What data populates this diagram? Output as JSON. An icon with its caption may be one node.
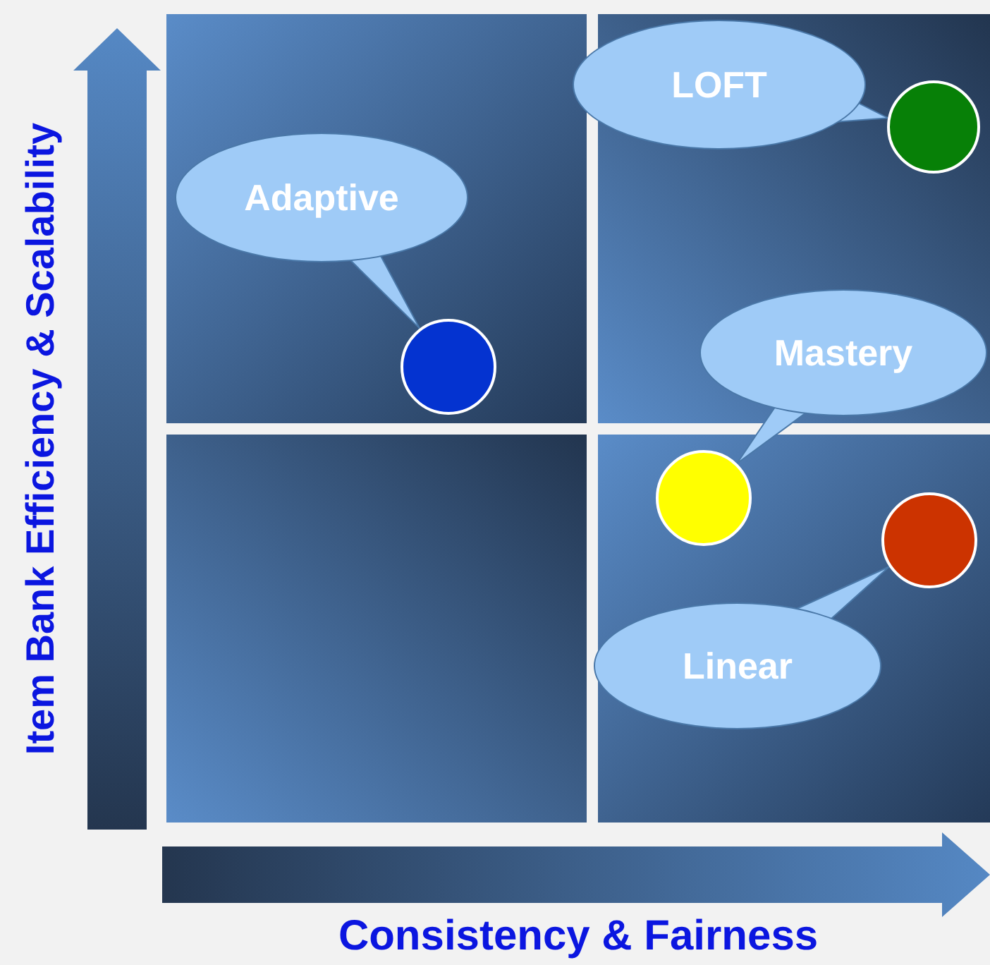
{
  "diagram": {
    "nodes": [
      {
        "text": [
          "Adaptive"
        ]
      },
      {
        "text": [],
        "shape": "circle"
      },
      {
        "text": [
          "LOFT"
        ]
      },
      {
        "text": [],
        "shape": "circle"
      },
      {
        "text": [
          "Mastery"
        ]
      },
      {
        "text": [],
        "shape": "circle"
      },
      {
        "text": [
          "Linear"
        ]
      },
      {
        "text": [],
        "shape": "circle"
      }
    ],
    "edges": [
      {
        "from": 0,
        "to": 1,
        "arrow": "none"
      },
      {
        "from": 2,
        "to": 3,
        "arrow": "none"
      },
      {
        "from": 4,
        "to": 5,
        "arrow": "none"
      },
      {
        "from": 6,
        "to": 7,
        "arrow": "none"
      }
    ],
    "labels": [
      "Item Bank Efficiency & Scalability",
      "Consistency & Fairness"
    ]
  }
}
